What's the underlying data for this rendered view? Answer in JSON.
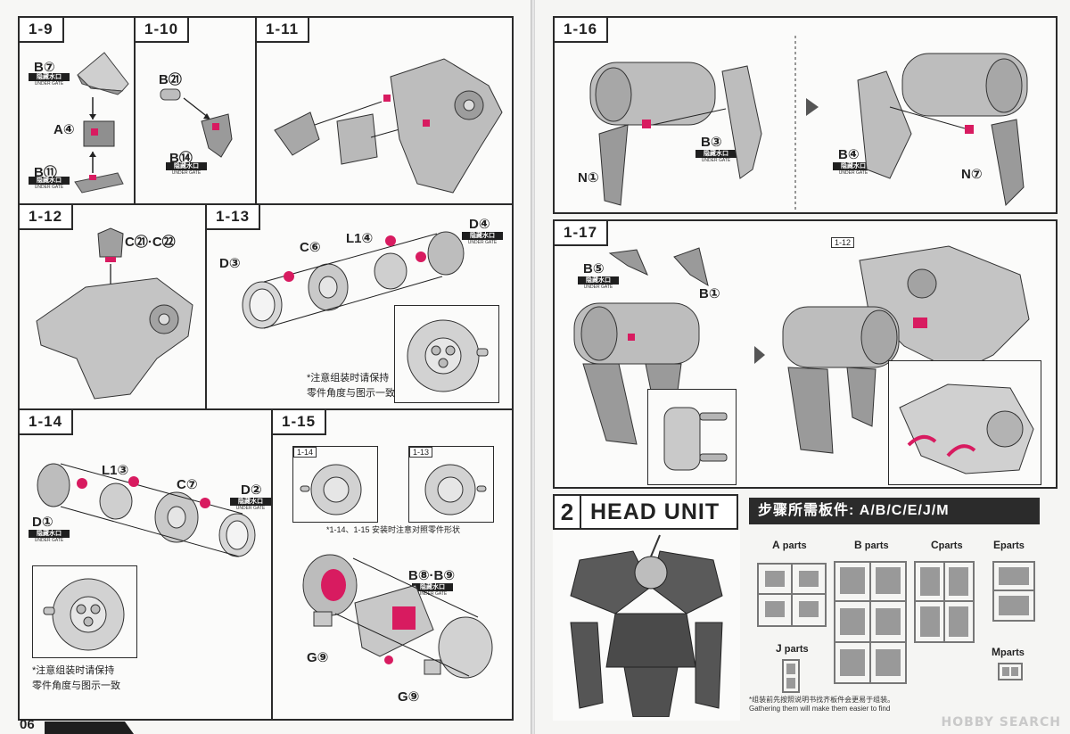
{
  "left_page": {
    "page_number": "06",
    "steps": {
      "s1_9": {
        "tag": "1-9",
        "labels": [
          "B⑦",
          "A④",
          "B⑪"
        ]
      },
      "s1_10": {
        "tag": "1-10",
        "labels": [
          "B㉑",
          "B⑭"
        ]
      },
      "s1_11": {
        "tag": "1-11"
      },
      "s1_12": {
        "tag": "1-12",
        "labels": [
          "C㉑·C㉒"
        ]
      },
      "s1_13": {
        "tag": "1-13",
        "labels": [
          "D③",
          "C⑥",
          "L1④",
          "D④"
        ],
        "note_line1": "*注意组装时请保持",
        "note_line2": "零件角度与图示一致"
      },
      "s1_14": {
        "tag": "1-14",
        "labels": [
          "L1③",
          "C⑦",
          "D②",
          "D①"
        ],
        "note_line1": "*注意组装时请保持",
        "note_line2": "零件角度与图示一致"
      },
      "s1_15": {
        "tag": "1-15",
        "ref_a": "1-14",
        "ref_b": "1-13",
        "note": "*1-14、1-15 安装时注意对照零件形状",
        "labels": [
          "B⑧·B⑨",
          "G⑨",
          "G⑨"
        ]
      }
    },
    "gate_cn": "隐藏水口",
    "gate_en": "UNDER GATE"
  },
  "right_page": {
    "steps": {
      "s1_16": {
        "tag": "1-16",
        "labels": [
          "N①",
          "B③",
          "B④",
          "N⑦"
        ]
      },
      "s1_17": {
        "tag": "1-17",
        "labels": [
          "B⑤",
          "B①"
        ],
        "ref": "1-12"
      }
    },
    "section": {
      "number": "2",
      "title": "HEAD UNIT"
    },
    "required_parts_label": "步骤所需板件:  A/B/C/E/J/M",
    "parts": [
      {
        "letter": "A",
        "word": "parts"
      },
      {
        "letter": "B",
        "word": "parts"
      },
      {
        "letter": "C",
        "word": "parts"
      },
      {
        "letter": "E",
        "word": "parts"
      },
      {
        "letter": "J",
        "word": "parts"
      },
      {
        "letter": "M",
        "word": "parts"
      }
    ],
    "gather_cn": "*组装前先按照说明书找齐板件会更易于组装。",
    "gather_en": "Gathering them will make them easier to find",
    "watermark": "HOBBY SEARCH"
  },
  "colors": {
    "accent": "#d81b60",
    "ink": "#2a2a2a",
    "part_grey": "#9a9a9a"
  }
}
